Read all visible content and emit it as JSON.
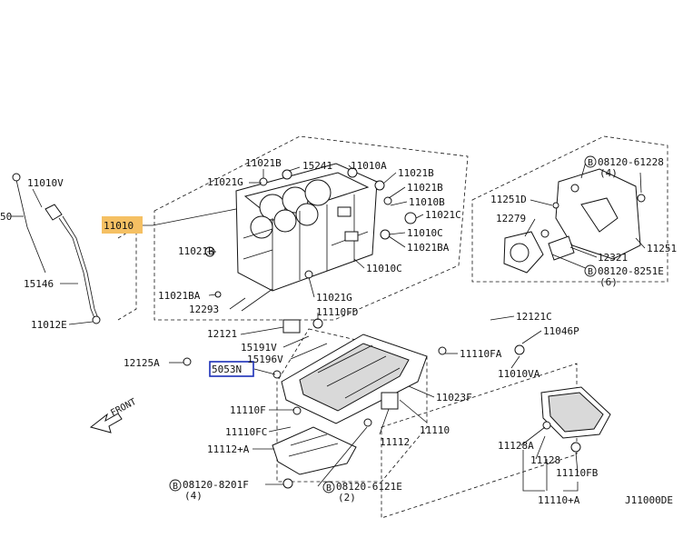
{
  "diagram_code": "J11000DE",
  "highlight": {
    "orange": "#f5c063",
    "blue": "#1a2fb8"
  },
  "labels": {
    "p11010": "11010",
    "p11010V": "11010V",
    "p50": "50",
    "p15146": "15146",
    "p11012E": "11012E",
    "p11021B_a": "11021B",
    "p15241": "15241",
    "p11010A": "11010A",
    "p11021G_a": "11021G",
    "p11021B_b": "11021B",
    "p11021B_c": "11021B",
    "p11010B": "11010B",
    "p11021C": "11021C",
    "p11021B_d": "11021B",
    "p11010C_a": "11010C",
    "p11021BA_a": "11021BA",
    "p11010C_b": "11010C",
    "p11021BA_b": "11021BA",
    "p11021G_b": "11021G",
    "p12293": "12293",
    "p11110FD": "11110FD",
    "p12121": "12121",
    "p15191V": "15191V",
    "p15196V": "15196V",
    "p12125A": "12125A",
    "p15053N": "5053N",
    "p11110F": "11110F",
    "p11110FC": "11110FC",
    "p11112A": "11112+A",
    "p08120_8201F": "08120-8201F",
    "qty4_a": "(4)",
    "p08120_6121E": "08120-6121E",
    "qty2": "(2)",
    "p11112": "11112",
    "p11110": "11110",
    "p11023F": "11023F",
    "p11110FA": "11110FA",
    "p11010VA": "11010VA",
    "p12121C": "12121C",
    "p11046P": "11046P",
    "p08120_61228": "08120-61228",
    "qty4_b": "(4)",
    "p11251D": "11251D",
    "p12279": "12279",
    "p11251": "11251",
    "p12321": "12321",
    "p08120_8251E": "08120-8251E",
    "qty6": "(6)",
    "p11128A": "11128A",
    "p11128": "11128",
    "p11110FB": "11110FB",
    "p11110A": "11110+A",
    "front": "FRONT",
    "circle_b": "B"
  }
}
